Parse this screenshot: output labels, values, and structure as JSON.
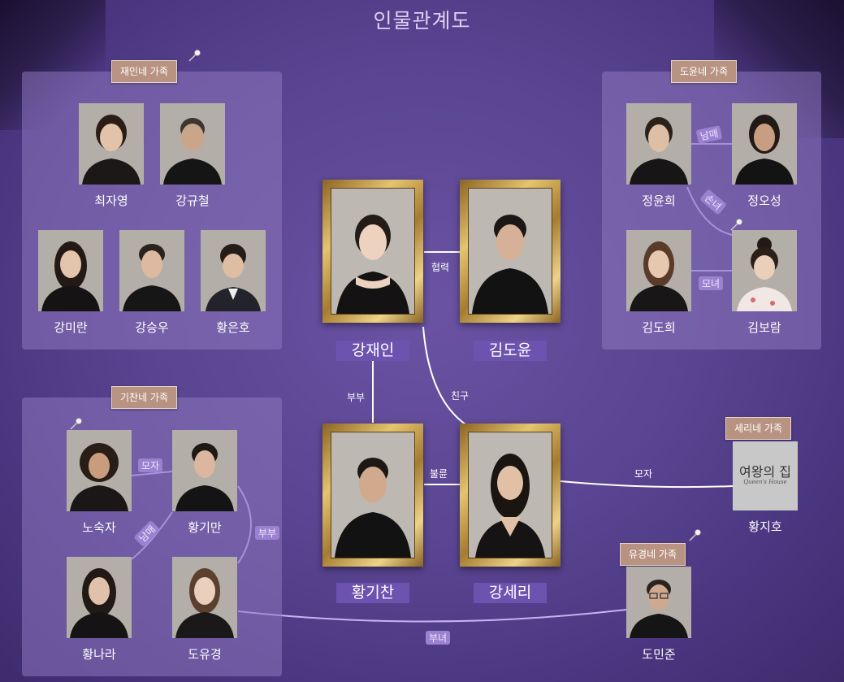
{
  "title": "인물관계도",
  "groups": {
    "jaein": "재인네 가족",
    "doyun": "도윤네 가족",
    "gichan": "기찬네 가족",
    "seri": "세리네 가족",
    "yugyeong": "유경네 가족"
  },
  "people": {
    "choi_jayeong": "최자영",
    "kang_gyucheol": "강규철",
    "kang_miran": "강미란",
    "kang_seungwoo": "강승우",
    "hwang_eunho": "황은호",
    "jeong_yunhui": "정윤희",
    "jeong_oseong": "정오성",
    "kim_dohui": "김도희",
    "kim_boram": "김보람",
    "no_sukja": "노숙자",
    "hwang_giman": "황기만",
    "hwang_nara": "황나라",
    "do_yugyeong": "도유경",
    "hwang_jiho": "황지호",
    "do_minjun": "도민준"
  },
  "main": {
    "kang_jaein": "강재인",
    "kim_doyun": "김도윤",
    "hwang_gichan": "황기찬",
    "kang_seri": "강세리"
  },
  "relations": {
    "hyeomnyeok": "협력",
    "bubu": "부부",
    "chingu": "친구",
    "bullyun": "불륜",
    "moja": "모자",
    "nammae": "남매",
    "sonnyeo": "손녀",
    "monyeo": "모녀",
    "bunyeo": "부녀"
  },
  "seri_logo": {
    "main": "여왕의 집",
    "sub": "Queen's House"
  },
  "colors": {
    "accent": "#6d53b0",
    "tag": "#b99382",
    "line": "#c6b3f2"
  }
}
